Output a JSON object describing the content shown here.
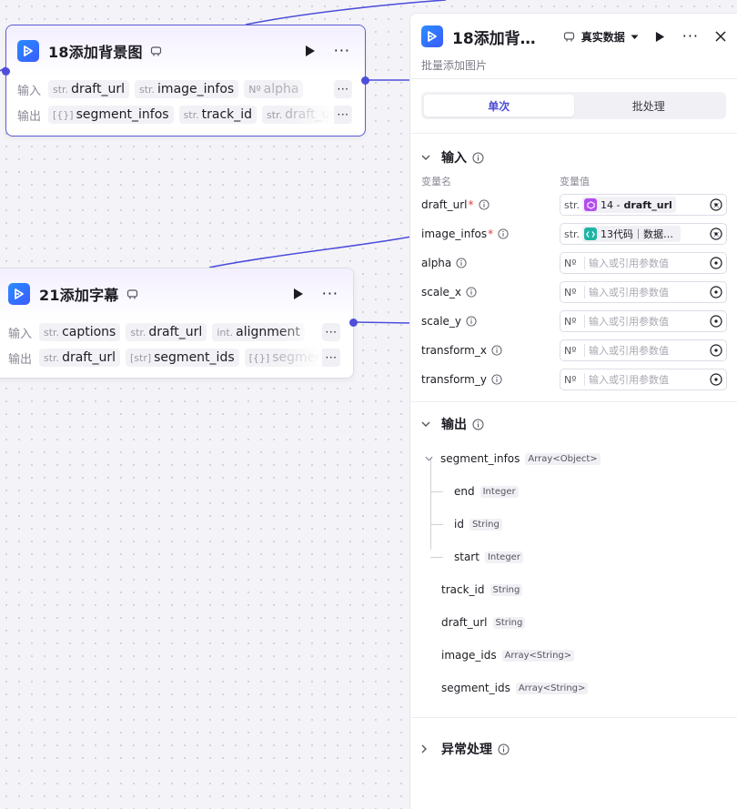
{
  "canvas": {
    "node18": {
      "title": "18添加背景图",
      "input_label": "输入",
      "output_label": "输出",
      "inputs": [
        {
          "type": "str.",
          "name": "draft_url"
        },
        {
          "type": "str.",
          "name": "image_infos"
        },
        {
          "type": "Nº",
          "name": "alpha"
        }
      ],
      "outputs": [
        {
          "type": "[{}]",
          "name": "segment_infos"
        },
        {
          "type": "str.",
          "name": "track_id"
        },
        {
          "type": "str.",
          "name": "draft_ur"
        }
      ]
    },
    "node21": {
      "title": "21添加字幕",
      "input_label": "输入",
      "output_label": "输出",
      "inputs": [
        {
          "type": "str.",
          "name": "captions"
        },
        {
          "type": "str.",
          "name": "draft_url"
        },
        {
          "type": "int.",
          "name": "alignment"
        }
      ],
      "outputs": [
        {
          "type": "str.",
          "name": "draft_url"
        },
        {
          "type": "[str]",
          "name": "segment_ids"
        },
        {
          "type": "[{}]",
          "name": "segment"
        }
      ]
    }
  },
  "panel": {
    "title": "18添加背…",
    "data_mode": "真实数据",
    "description": "批量添加图片",
    "tabs": [
      "单次",
      "批处理"
    ],
    "input_section": {
      "title": "输入",
      "col_name": "变量名",
      "col_value": "变量值",
      "params": [
        {
          "name": "draft_url",
          "required": "*",
          "type": "str.",
          "ref_source": "14 -",
          "ref_name": "draft_url",
          "ref_color": "#b34df0"
        },
        {
          "name": "image_infos",
          "required": "*",
          "type": "str.",
          "ref_source": "13代码｜数据…",
          "ref_name": "",
          "ref_color": "#1fb5a4"
        },
        {
          "name": "alpha",
          "type": "Nº",
          "placeholder": "输入或引用参数值"
        },
        {
          "name": "scale_x",
          "type": "Nº",
          "placeholder": "输入或引用参数值"
        },
        {
          "name": "scale_y",
          "type": "Nº",
          "placeholder": "输入或引用参数值"
        },
        {
          "name": "transform_x",
          "type": "Nº",
          "placeholder": "输入或引用参数值"
        },
        {
          "name": "transform_y",
          "type": "Nº",
          "placeholder": "输入或引用参数值"
        }
      ]
    },
    "output_section": {
      "title": "输出",
      "segment_infos": {
        "name": "segment_infos",
        "type": "Array<Object>"
      },
      "children": [
        {
          "name": "end",
          "type": "Integer"
        },
        {
          "name": "id",
          "type": "String"
        },
        {
          "name": "start",
          "type": "Integer"
        }
      ],
      "fields": [
        {
          "name": "track_id",
          "type": "String"
        },
        {
          "name": "draft_url",
          "type": "String"
        },
        {
          "name": "image_ids",
          "type": "Array<String>"
        },
        {
          "name": "segment_ids",
          "type": "Array<String>"
        }
      ]
    },
    "error_section": {
      "title": "异常处理"
    }
  },
  "colors": {
    "accent": "#4e4edb",
    "edge": "#4e4edb",
    "plugin": "#2a8cff"
  }
}
